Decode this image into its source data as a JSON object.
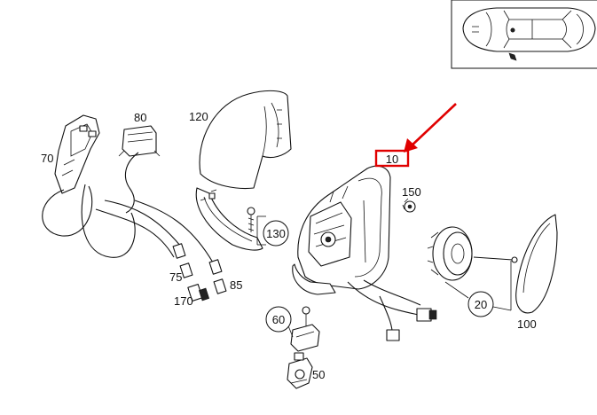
{
  "highlight_color": "#e00000",
  "labels": {
    "p10": "10",
    "p20": "20",
    "p50": "50",
    "p60": "60",
    "p70": "70",
    "p75": "75",
    "p80": "80",
    "p85": "85",
    "p100": "100",
    "p120": "120",
    "p130": "130",
    "p150": "150",
    "p170": "170"
  }
}
